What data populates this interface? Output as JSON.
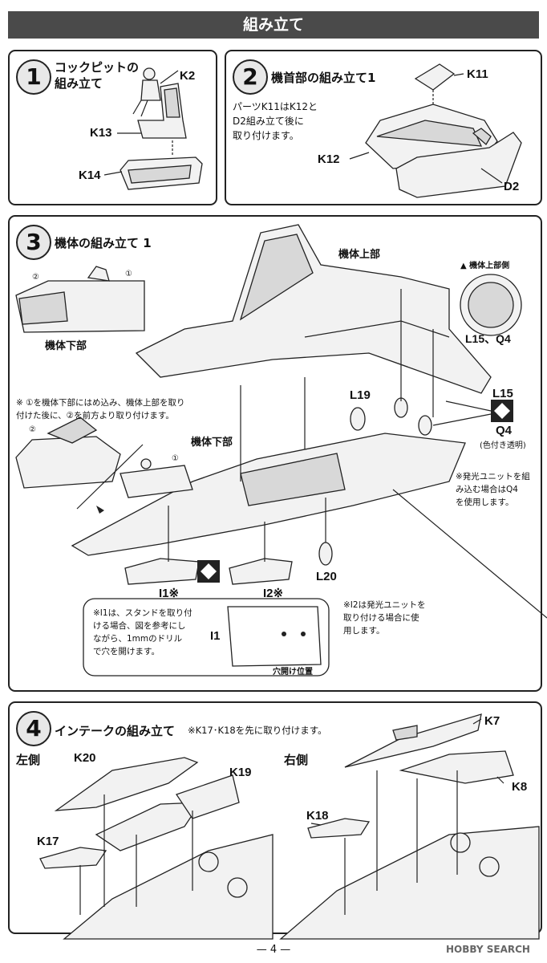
{
  "header": {
    "title": "組み立て"
  },
  "step1": {
    "num": "1",
    "title": "コックピットの\n組み立て",
    "labels": {
      "k2": "K2",
      "k13": "K13",
      "k14": "K14"
    }
  },
  "step2": {
    "num": "2",
    "title": "機首部の組み立て1",
    "labels": {
      "k11": "K11",
      "k12": "K12",
      "d2": "D2"
    },
    "note": "パーツK11はK12と\nD2組み立て後に\n取り付けます。"
  },
  "step3": {
    "num": "3",
    "title": "機体の組み立て 1",
    "labels": {
      "lower_top": "機体下部",
      "upper": "機体上部",
      "lower_mid": "機体下部",
      "l19": "L19",
      "l15": "L15",
      "q4": "Q4",
      "q4_sub": "(色付き透明)",
      "l20": "L20",
      "i1": "I1※",
      "i2": "I2※",
      "i1_det": "I1",
      "upper_side": "▲ 機体上部側",
      "l15q4": "L15、Q4",
      "hole": "穴開け位置",
      "c1": "①",
      "c2": "②",
      "c1b": "①",
      "c2b": "②"
    },
    "note_order": "※ ①を機体下部にはめ込み、機体上部を取り\n付けた後に、②を前方より取り付けます。",
    "note_light": "※発光ユニットを組\nみ込む場合はQ4\nを使用します。",
    "note_i1": "※I1は、スタンドを取り付\nける場合、図を参考にし\nながら、1mmのドリル\nで穴を開けます。",
    "note_i2": "※I2は発光ユニットを\n取り付ける場合に使\n用します。"
  },
  "step4": {
    "num": "4",
    "title": "インテークの組み立て",
    "subnote": "※K17･K18を先に取り付けます。",
    "left": "左側",
    "right": "右側",
    "labels": {
      "k20": "K20",
      "k19": "K19",
      "k17": "K17",
      "k7": "K7",
      "k8": "K8",
      "k18": "K18"
    }
  },
  "footer": {
    "page": "— 4 —",
    "watermark": "HOBBY SEARCH"
  }
}
